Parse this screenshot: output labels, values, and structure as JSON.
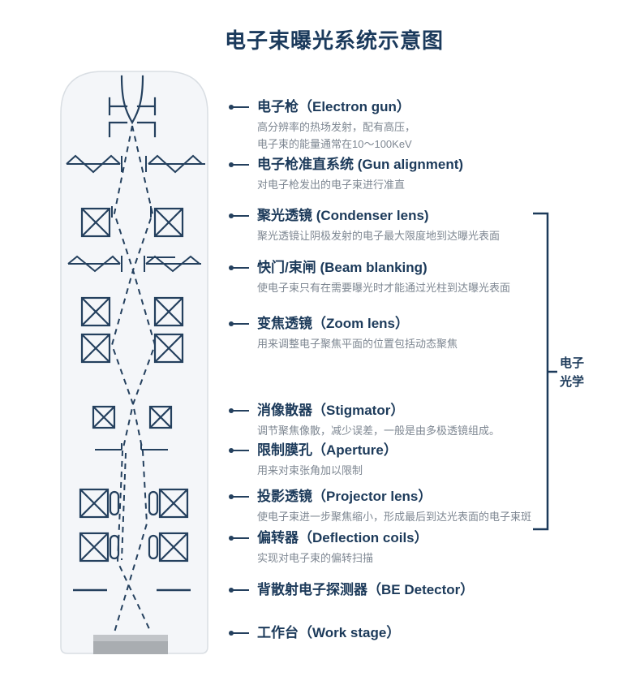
{
  "title": "电子束曝光系统示意图",
  "bracket": {
    "label": "电子\n光学"
  },
  "labels": [
    {
      "title": "电子枪（Electron gun）",
      "desc": "高分辨率的热场发射，配有高压，\n电子束的能量通常在10～100KeV"
    },
    {
      "title": "电子枪准直系统 (Gun alignment)",
      "desc": "对电子枪发出的电子束进行准直"
    },
    {
      "title": "聚光透镜 (Condenser lens)",
      "desc": "聚光透镜让阴极发射的电子最大限度地到达曝光表面"
    },
    {
      "title": "快门/束闸 (Beam blanking)",
      "desc": "使电子束只有在需要曝光时才能通过光柱到达曝光表面"
    },
    {
      "title": "变焦透镜（Zoom lens）",
      "desc": "用来调整电子聚焦平面的位置包括动态聚焦"
    },
    {
      "title": "消像散器（Stigmator）",
      "desc": "调节聚焦像散，减少误差，一般是由多极透镜组成。"
    },
    {
      "title": "限制膜孔（Aperture）",
      "desc": "用来对束张角加以限制"
    },
    {
      "title": "投影透镜（Projector lens）",
      "desc": "使电子束进一步聚焦缩小，形成最后到达光表面的电子束斑"
    },
    {
      "title": "偏转器（Deflection coils）",
      "desc": "实现对电子束的偏转扫描"
    },
    {
      "title": "背散射电子探测器（BE Detector）",
      "desc": ""
    },
    {
      "title": "工作台（Work stage）",
      "desc": ""
    }
  ],
  "diagram": {
    "components": [
      "electron-gun",
      "gun-alignment-coils",
      "condenser-lens",
      "beam-blanker",
      "zoom-lens",
      "stigmator",
      "aperture",
      "projector-lens",
      "deflection-coils",
      "be-detector",
      "work-stage",
      "electron-beam-path"
    ],
    "colors": {
      "stroke": "#24405e",
      "column_fill": "#f4f6f9",
      "column_border": "#d9dee3",
      "stage_top": "#c2c5c9",
      "stage_body": "#a9adb1",
      "heading": "#1c3a5a",
      "description": "#7e8792"
    }
  }
}
